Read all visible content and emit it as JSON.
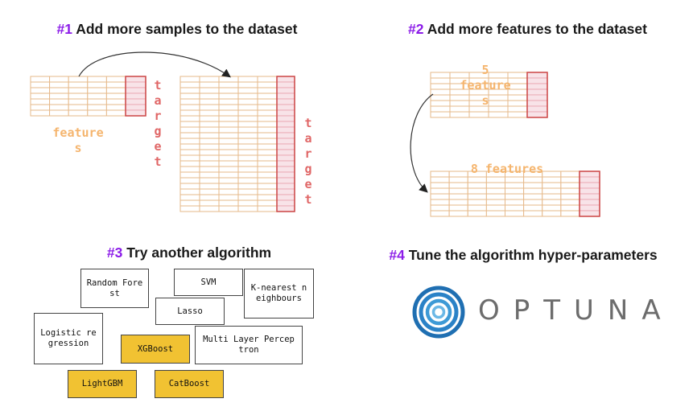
{
  "panel1": {
    "num": "#1",
    "title": "Add more samples to the dataset",
    "features_label": "features",
    "target_label": "target",
    "target_label_right": "target"
  },
  "panel2": {
    "num": "#2",
    "title": "Add more features to the dataset",
    "top_label": "5 features",
    "bottom_label": "8 features"
  },
  "panel3": {
    "num": "#3",
    "title": "Try another algorithm",
    "algorithms": [
      {
        "label": "Random Forest",
        "highlighted": false
      },
      {
        "label": "SVM",
        "highlighted": false
      },
      {
        "label": "K-nearest neighbours",
        "highlighted": false
      },
      {
        "label": "Lasso",
        "highlighted": false
      },
      {
        "label": "Logistic regression",
        "highlighted": false
      },
      {
        "label": "XGBoost",
        "highlighted": true
      },
      {
        "label": "Multi Layer Perceptron",
        "highlighted": false
      },
      {
        "label": "LightGBM",
        "highlighted": true
      },
      {
        "label": "CatBoost",
        "highlighted": true
      }
    ]
  },
  "panel4": {
    "num": "#4",
    "title": "Tune the algorithm hyper-parameters",
    "logo_text": "OPTUNA"
  },
  "colors": {
    "accent_purple": "#8b1be8",
    "feature_grid": "#e6b98a",
    "target_red": "#cc4444",
    "target_fill": "#f8e3e8",
    "highlight_gold": "#f1c232",
    "optuna_blue": "#1f6fb2"
  }
}
